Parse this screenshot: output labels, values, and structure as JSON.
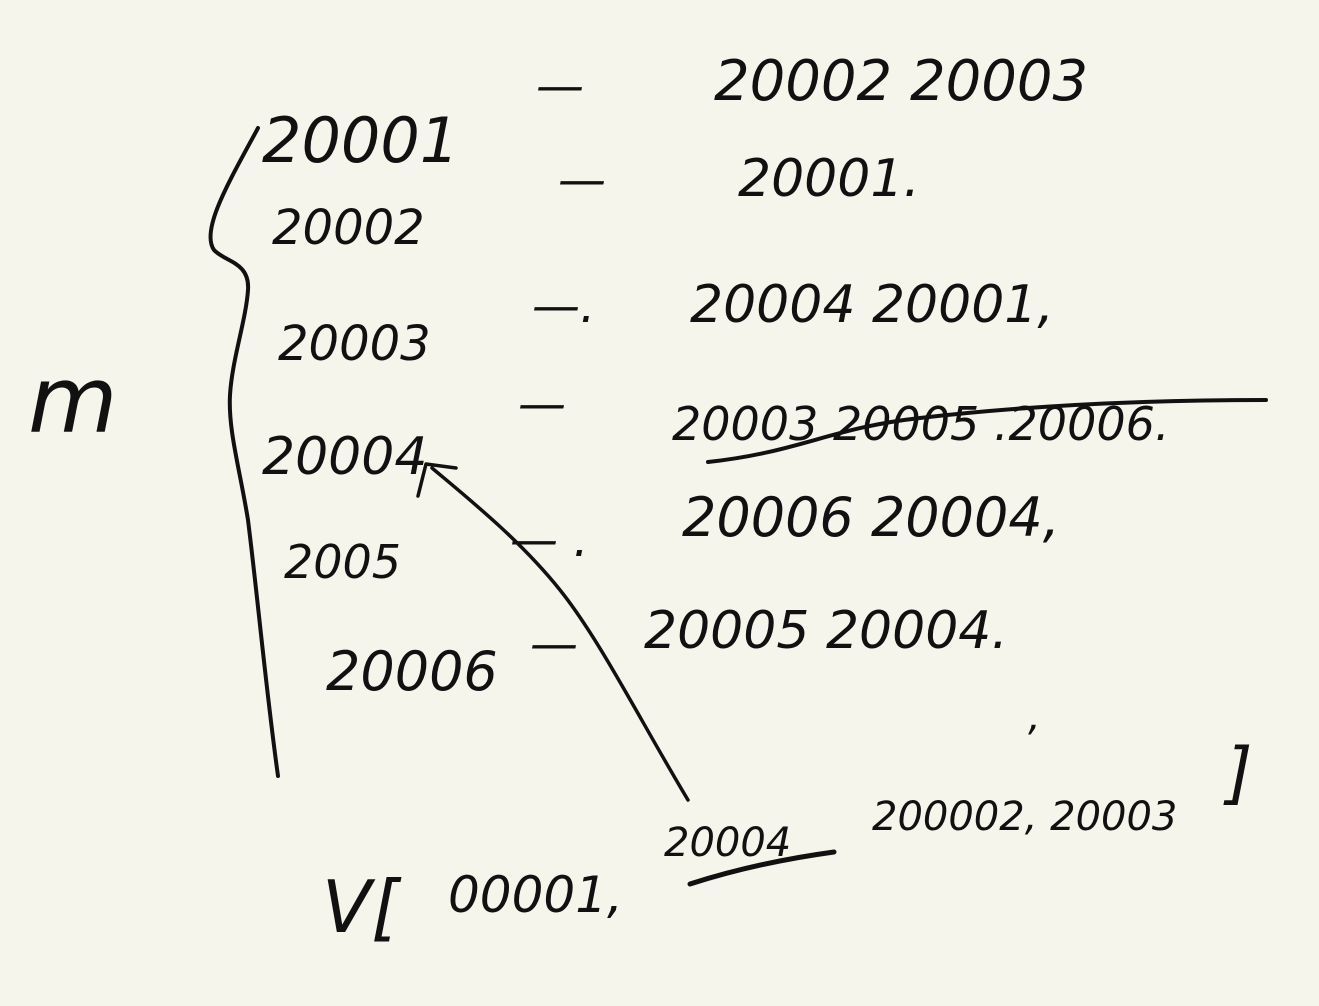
{
  "canvas": {
    "background": "#f5f5ec",
    "ink": "#111111"
  },
  "map_label": "m",
  "rows": [
    {
      "key": "20001",
      "dash": "—",
      "neighbors": "20002 20003"
    },
    {
      "key": "20002",
      "dash": "—",
      "neighbors": "20001."
    },
    {
      "key": "20003",
      "dash": "—.",
      "neighbors": "20004  20001,"
    },
    {
      "key": "20004",
      "dash": "—",
      "neighbors": "20003  20005 .20006."
    },
    {
      "key": "2005",
      "dash": "—  .",
      "neighbors": "20006  20004,"
    },
    {
      "key": "20006",
      "dash": "—",
      "neighbors": "20005  20004."
    }
  ],
  "vector": {
    "prefix": "V[",
    "items": "00001,",
    "highlight": "20004",
    "rest": "200002,  20003",
    "close": "]",
    "stray_comma": ","
  }
}
